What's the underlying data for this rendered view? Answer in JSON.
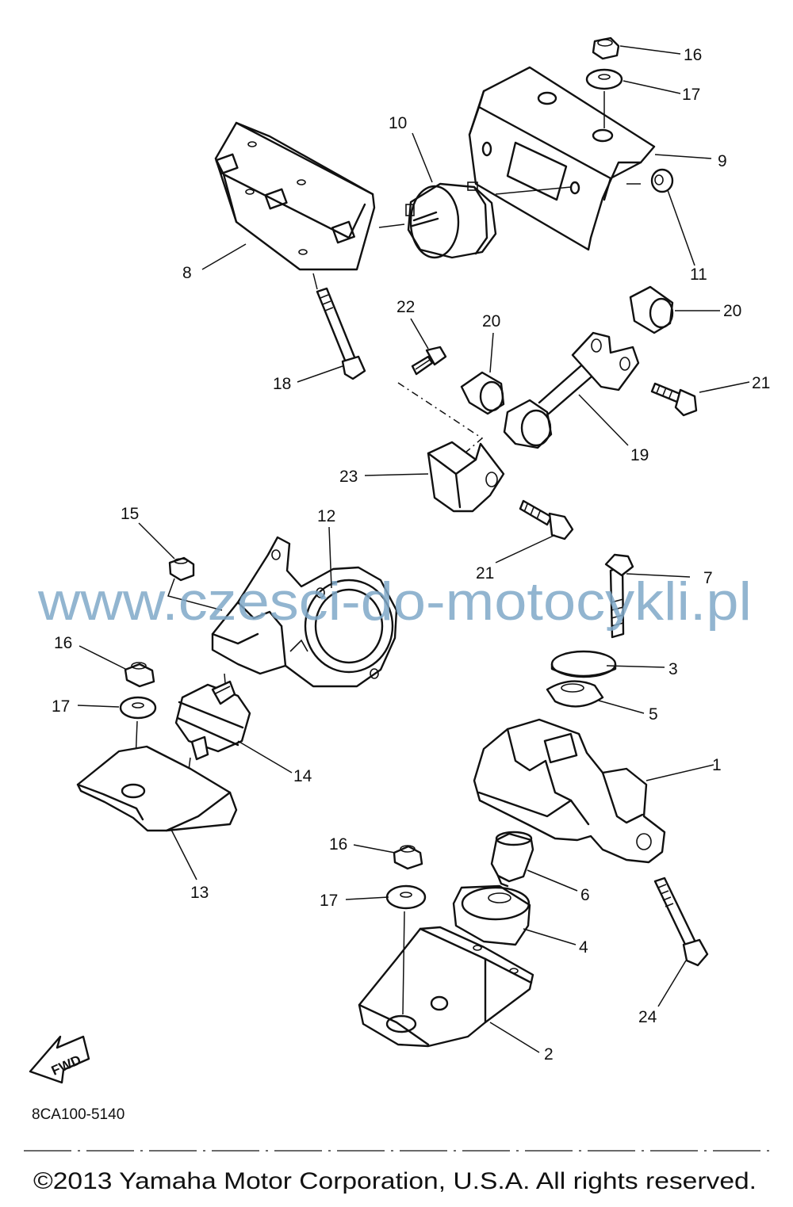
{
  "callouts": [
    {
      "id": "c16a",
      "label": "16"
    },
    {
      "id": "c17a",
      "label": "17"
    },
    {
      "id": "c10",
      "label": "10"
    },
    {
      "id": "c9",
      "label": "9"
    },
    {
      "id": "c11",
      "label": "11"
    },
    {
      "id": "c8",
      "label": "8"
    },
    {
      "id": "c20a",
      "label": "20"
    },
    {
      "id": "c22",
      "label": "22"
    },
    {
      "id": "c20b",
      "label": "20"
    },
    {
      "id": "c18",
      "label": "18"
    },
    {
      "id": "c21a",
      "label": "21"
    },
    {
      "id": "c19",
      "label": "19"
    },
    {
      "id": "c23",
      "label": "23"
    },
    {
      "id": "c15",
      "label": "15"
    },
    {
      "id": "c12",
      "label": "12"
    },
    {
      "id": "c21b",
      "label": "21"
    },
    {
      "id": "c7",
      "label": "7"
    },
    {
      "id": "c16b",
      "label": "16"
    },
    {
      "id": "c3",
      "label": "3"
    },
    {
      "id": "c17b",
      "label": "17"
    },
    {
      "id": "c5",
      "label": "5"
    },
    {
      "id": "c14",
      "label": "14"
    },
    {
      "id": "c1",
      "label": "1"
    },
    {
      "id": "c13",
      "label": "13"
    },
    {
      "id": "c16c",
      "label": "16"
    },
    {
      "id": "c6",
      "label": "6"
    },
    {
      "id": "c17c",
      "label": "17"
    },
    {
      "id": "c4",
      "label": "4"
    },
    {
      "id": "c24",
      "label": "24"
    },
    {
      "id": "c2",
      "label": "2"
    }
  ],
  "watermark": "www.czesci-do-motocykli.pl",
  "fwd_label": "FWD",
  "ref_code": "8CA100-5140",
  "copyright": "©2013 Yamaha Motor Corporation, U.S.A. All rights reserved."
}
